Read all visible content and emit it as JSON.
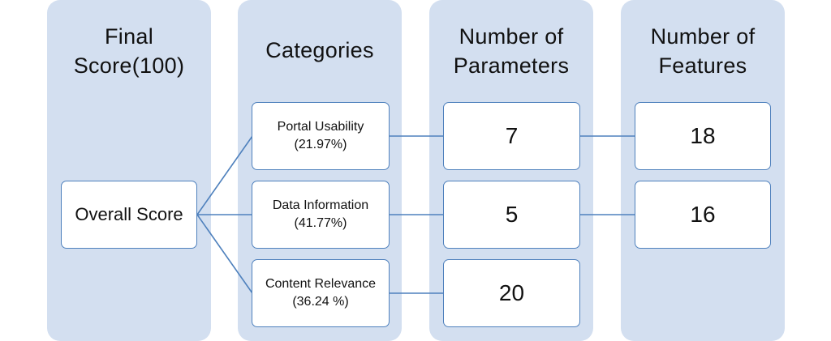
{
  "columns": [
    {
      "title_line1": "Final",
      "title_line2": "Score(100)"
    },
    {
      "title_line1": "Categories"
    },
    {
      "title_line1": "Number of",
      "title_line2": "Parameters"
    },
    {
      "title_line1": "Number of",
      "title_line2": "Features"
    }
  ],
  "overall": {
    "label": "Overall Score"
  },
  "categories": [
    {
      "name": "Portal Usability",
      "weight": "(21.97%)"
    },
    {
      "name": "Data Information",
      "weight": "(41.77%)"
    },
    {
      "name": "Content Relevance",
      "weight": "(36.24 %)"
    }
  ],
  "parameters": [
    "7",
    "5",
    "20"
  ],
  "features": [
    "18",
    "16"
  ],
  "colors": {
    "column_fill": "#d3dff0",
    "node_border": "#4f81bd",
    "connector": "#4f81bd"
  }
}
